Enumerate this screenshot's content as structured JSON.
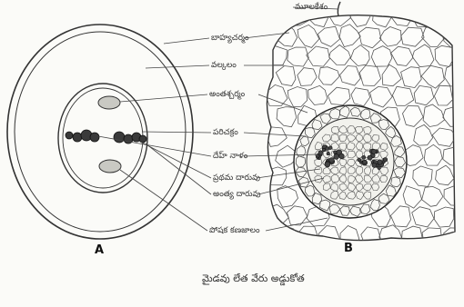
{
  "figure": {
    "panel_a": "A",
    "panel_b": "B",
    "caption": "మైడవు లేత వేరు అడ్డుకోత"
  },
  "labels": {
    "root_hair": "మూలకేశం",
    "epiblema": "బాహ్యచర్మం",
    "cortex": "వల్కలం",
    "endodermis": "అంతశ్చర్మం",
    "pericycle": "పరిచక్రం",
    "medulla": "దేహ్ నాళం",
    "protoxylem": "ప్రథమ దారువు",
    "metaxylem": "అంత్య దారువు",
    "phloem": "పోషక కణజాలం"
  }
}
